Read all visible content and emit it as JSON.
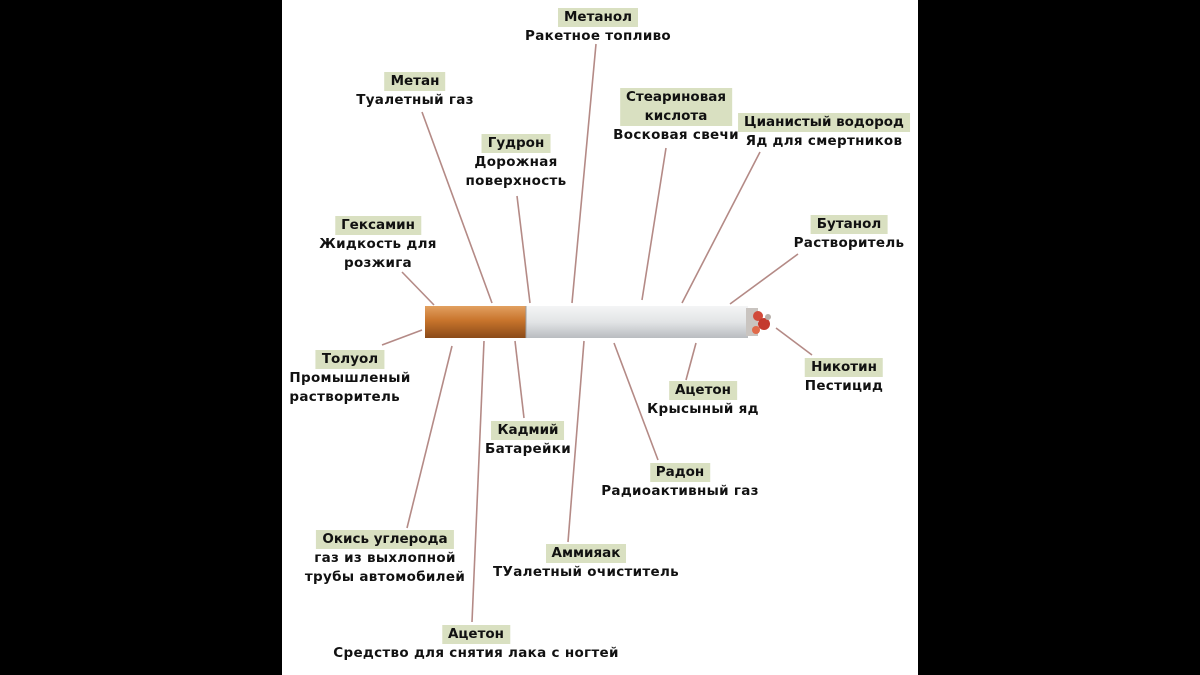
{
  "colors": {
    "background": "#000000",
    "panel": "#ffffff",
    "label_bg": "#d9e0c1",
    "connector": "#b48a86",
    "filter": "#c8742c",
    "paper": "#e2e4e6",
    "ember": "#d14a3a"
  },
  "chemicals": [
    {
      "id": "metanol",
      "name": "Метанол",
      "use": "Ракетное топливо"
    },
    {
      "id": "metan",
      "name": "Метан",
      "use": "Туалетный газ"
    },
    {
      "id": "stearin",
      "name": "Стеариновая\nкислота",
      "use": "Восковая свечи"
    },
    {
      "id": "cyanide",
      "name": "Цианистый водород",
      "use": "Яд для смертников"
    },
    {
      "id": "gudron",
      "name": "Гудрон",
      "use": "Дорожная\nповерхность"
    },
    {
      "id": "geksamin",
      "name": "Гексамин",
      "use": "Жидкость для\nрозжига"
    },
    {
      "id": "butanol",
      "name": "Бутанол",
      "use": "Растворитель"
    },
    {
      "id": "toluol",
      "name": "Толуол",
      "use": "Промышленый\nрастворитель"
    },
    {
      "id": "nikotin",
      "name": "Никотин",
      "use": "Пестицид"
    },
    {
      "id": "aceton1",
      "name": "Ацетон",
      "use": "Крысыный яд"
    },
    {
      "id": "kadmiy",
      "name": "Кадмий",
      "use": "Батарейки"
    },
    {
      "id": "radon",
      "name": "Радон",
      "use": "Радиоактивный газ"
    },
    {
      "id": "co",
      "name": "Окись углерода",
      "use": "газ из выхлопной\nтрубы автомобилей"
    },
    {
      "id": "ammiak",
      "name": "Аммияак",
      "use": "ТУалетный очиститель"
    },
    {
      "id": "aceton2",
      "name": "Ацетон",
      "use": "Средство для снятия лака с ногтей"
    }
  ]
}
